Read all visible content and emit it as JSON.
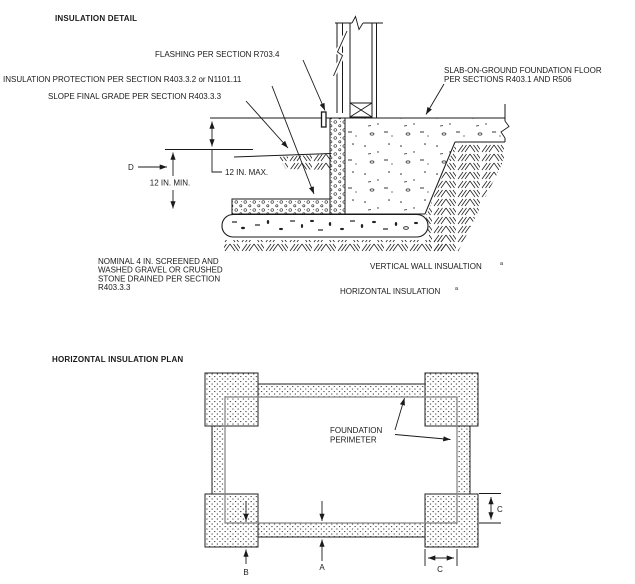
{
  "colors": {
    "ink": "#1a1a1a",
    "foundation_line": "#8a8a8a",
    "background": "#ffffff"
  },
  "detail": {
    "title": "INSULATION DETAIL",
    "callouts": {
      "flashing": "FLASHING PER SECTION R703.4",
      "insulation_protection": "INSULATION PROTECTION PER SECTION R403.3.2 or N1101.11",
      "slope_grade": "SLOPE FINAL GRADE PER SECTION R403.3.3",
      "slab": {
        "line1": "SLAB-ON-GROUND FOUNDATION FLOOR",
        "line2": "PER SECTIONS R403.1 AND R506"
      },
      "gravel": {
        "line1": "NOMINAL 4 IN. SCREENED AND",
        "line2": "WASHED GRAVEL OR CRUSHED",
        "line3": "STONE DRAINED PER SECTION",
        "line4": "R403.3.3"
      },
      "vertical_insulation": {
        "text": "VERTICAL WALL INSUALTION",
        "footnote": "a"
      },
      "horizontal_insulation": {
        "text": "HORIZONTAL INSULATION",
        "footnote": "a"
      }
    },
    "dimensions": {
      "d_label": "D",
      "min_depth": "12 IN. MIN.",
      "max_height": "12 IN. MAX."
    }
  },
  "plan": {
    "title": "HORIZONTAL INSULATION PLAN",
    "callouts": {
      "foundation_perimeter": {
        "line1": "FOUNDATION",
        "line2": "PERIMETER"
      }
    },
    "dimensions": {
      "a": "A",
      "b": "B",
      "c_bottom": "C",
      "c_right": "C"
    }
  }
}
